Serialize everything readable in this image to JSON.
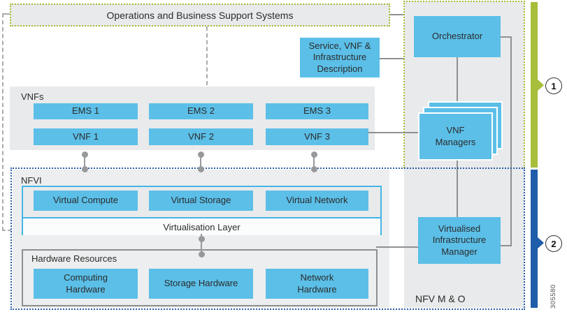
{
  "colors": {
    "box_blue": "#5BBFE8",
    "panel_gray": "#E9EAEB",
    "nfvi_gray": "#EDEEEF",
    "region1_green": "#A6BE39",
    "region2_blue": "#1F5CA9",
    "region2_dotted_blue": "#2A5DA9",
    "connector_gray": "#8E9194",
    "container_border_blue": "#45B5E5",
    "hardware_border_gray": "#8C8F91"
  },
  "oss": {
    "label": "Operations and Business Support Systems"
  },
  "service_description": {
    "label": "Service, VNF &\nInfrastructure\nDescription"
  },
  "vnfs": {
    "label": "VNFs",
    "ems_boxes": [
      "EMS 1",
      "EMS 2",
      "EMS 3"
    ],
    "vnf_boxes": [
      "VNF 1",
      "VNF 2",
      "VNF 3"
    ]
  },
  "nfvi": {
    "label": "NFVI",
    "virtual_boxes": [
      "Virtual Compute",
      "Virtual Storage",
      "Virtual Network"
    ],
    "virtualisation_layer": "Virtualisation Layer",
    "hardware": {
      "label": "Hardware Resources",
      "boxes": [
        "Computing\nHardware",
        "Storage Hardware",
        "Network\nHardware"
      ]
    }
  },
  "mano": {
    "label": "NFV M & O",
    "orchestrator": "Orchestrator",
    "vnf_managers": "VNF\nManagers",
    "vim": "Virtualised\nInfrastructure\nManager"
  },
  "markers": {
    "region1": "1",
    "region2": "2"
  },
  "figure_id": "305580"
}
